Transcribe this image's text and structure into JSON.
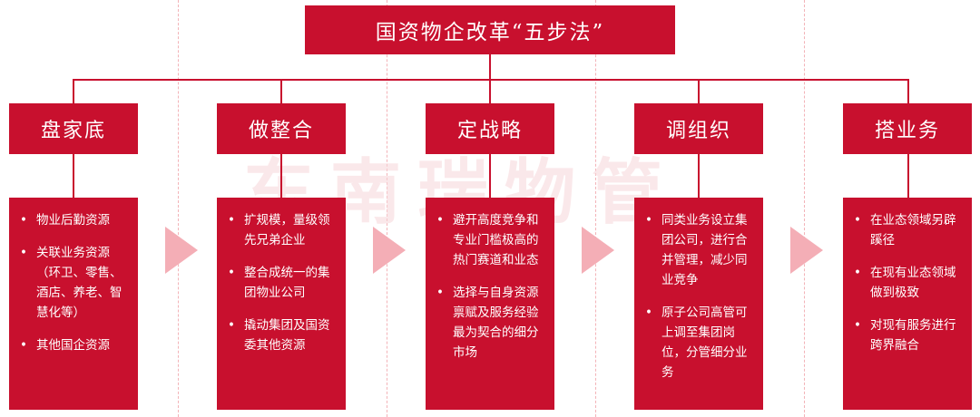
{
  "title": "国资物企改革“五步法”",
  "watermark": "东南瑞物管",
  "colors": {
    "primary": "#c8102e",
    "arrow": "#f4aeb6",
    "divider": "#f3b3b8"
  },
  "steps": [
    {
      "label": "盘家底",
      "items": [
        "物业后勤资源",
        "关联业务资源（环卫、零售、酒店、养老、智慧化等）",
        "其他国企资源"
      ]
    },
    {
      "label": "做整合",
      "items": [
        "扩规模，量级领先兄弟企业",
        "整合成统一的集团物业公司",
        "撬动集团及国资委其他资源"
      ]
    },
    {
      "label": "定战略",
      "items": [
        "避开高度竞争和专业门槛极高的热门赛道和业态",
        "选择与自身资源禀赋及服务经验最为契合的细分市场"
      ]
    },
    {
      "label": "调组织",
      "items": [
        "同类业务设立集团公司，进行合并管理，减少同业竞争",
        "原子公司高管可上调至集团岗位，分管细分业务"
      ]
    },
    {
      "label": "搭业务",
      "items": [
        "在业态领域另辟蹊径",
        "在现有业态领域做到极致",
        "对现有服务进行跨界融合"
      ]
    }
  ]
}
